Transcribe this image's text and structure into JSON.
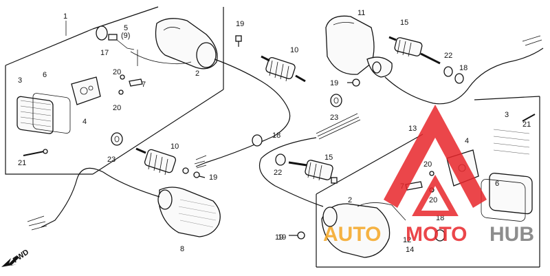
{
  "diagram": {
    "callouts": [
      {
        "id": "c1",
        "text": "1"
      },
      {
        "id": "c5",
        "text": "5"
      },
      {
        "id": "c9a",
        "text": "(9)"
      },
      {
        "id": "c17",
        "text": "17"
      },
      {
        "id": "c2a",
        "text": "2"
      },
      {
        "id": "c3a",
        "text": "3"
      },
      {
        "id": "c6a",
        "text": "6"
      },
      {
        "id": "c4a",
        "text": "4"
      },
      {
        "id": "c20a",
        "text": "20"
      },
      {
        "id": "c7a",
        "text": "7"
      },
      {
        "id": "c20b",
        "text": "20"
      },
      {
        "id": "c21a",
        "text": "21"
      },
      {
        "id": "c23a",
        "text": "23"
      },
      {
        "id": "c10a",
        "text": "10"
      },
      {
        "id": "c19a",
        "text": "19"
      },
      {
        "id": "c19b",
        "text": "19"
      },
      {
        "id": "c8",
        "text": "8"
      },
      {
        "id": "c19c",
        "text": "19"
      },
      {
        "id": "c10b",
        "text": "10"
      },
      {
        "id": "c11",
        "text": "11"
      },
      {
        "id": "c15a",
        "text": "15"
      },
      {
        "id": "c22a",
        "text": "22"
      },
      {
        "id": "c18a",
        "text": "18"
      },
      {
        "id": "c19d",
        "text": "19"
      },
      {
        "id": "c23b",
        "text": "23"
      },
      {
        "id": "c18b",
        "text": "18"
      },
      {
        "id": "c22b",
        "text": "22"
      },
      {
        "id": "c15b",
        "text": "15"
      },
      {
        "id": "c13",
        "text": "13"
      },
      {
        "id": "c4b",
        "text": "4"
      },
      {
        "id": "c3b",
        "text": "3"
      },
      {
        "id": "c21b",
        "text": "21"
      },
      {
        "id": "c20c",
        "text": "20"
      },
      {
        "id": "c7b",
        "text": "7"
      },
      {
        "id": "c20d",
        "text": "20"
      },
      {
        "id": "c6b",
        "text": "6"
      },
      {
        "id": "c2b",
        "text": "2"
      },
      {
        "id": "c18c",
        "text": "18"
      },
      {
        "id": "c12",
        "text": "12"
      },
      {
        "id": "c14",
        "text": "14"
      },
      {
        "id": "c19e",
        "text": "19"
      }
    ],
    "fwd_label": "FWD"
  },
  "watermark": {
    "part1": "AUTO",
    "part2": "MOTO",
    "part3": "HUB",
    "color_red": "#e8262b",
    "color_orange": "#f5a623",
    "color_gray": "#7a7a7a"
  }
}
